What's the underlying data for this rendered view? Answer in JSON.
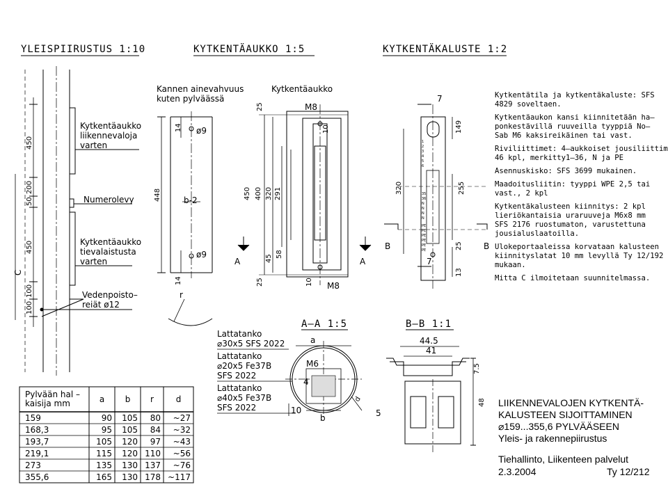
{
  "headings": {
    "overview": "YLEISPIIRUSTUS   1:10",
    "opening": "KYTKENTÄAUKKO   1:5",
    "fixture": "KYTKENTÄKALUSTE  1:2"
  },
  "pole_labels": {
    "upper_opening": [
      "Kytkentäaukko",
      "liikennevaloja",
      "varten"
    ],
    "number_plate": "Numerolevy",
    "lower_opening": [
      "Kytkentäaukko",
      "tievalaistusta",
      "varten"
    ],
    "drain_holes": [
      "Vedenpoisto–",
      "reiät ø12"
    ],
    "dim_450_top": "450",
    "dim_50": "50",
    "dim_200": "200",
    "dim_450_bottom": "450",
    "dim_100a": "100",
    "dim_100b": "100",
    "dim_c": "C"
  },
  "cover_view": {
    "title": [
      "Kannen ainevahvuus",
      "kuten pylväässä"
    ],
    "dim_448": "448",
    "dim_14a": "14",
    "dim_14b": "14",
    "hole_top": "ø9",
    "hole_bottom": "ø9",
    "dim_b2": "b-2",
    "radius": "r"
  },
  "opening_view": {
    "title": "Kytkentäaukko",
    "dim_25a": "25",
    "dim_25b": "25",
    "m8_top": "M8",
    "m8_bottom": "M8",
    "dim_10a": "10",
    "dim_10b": "10",
    "dim_450": "450",
    "dim_400": "400",
    "dim_320": "320",
    "dim_291": "291",
    "dim_45": "45",
    "dim_58": "58",
    "section_a_left": "A",
    "section_a_right": "A"
  },
  "fixture_view": {
    "dim_7a": "7",
    "dim_7b": "7",
    "dim_149": "149",
    "dim_320": "320",
    "dim_255": "255",
    "dim_13": "13",
    "dim_25": "25",
    "section_b_left": "B",
    "section_b_right": "B",
    "terminals_top": [
      "1",
      "2",
      "3",
      "4",
      "5",
      "6"
    ],
    "terminals_mid": [
      "35",
      "36",
      "N",
      "N",
      "N",
      "N"
    ],
    "terminals_low": [
      "PE",
      "PE",
      "PE",
      "PE",
      "PE",
      "PE"
    ]
  },
  "section_aa": {
    "title": "A–A  1:5",
    "dim_a": "a",
    "dim_b": "b",
    "dim_d": "d",
    "bolt": "M6",
    "dim_10": "10",
    "weld_4": "4",
    "weld_5": "5"
  },
  "flat_bars": [
    {
      "lines": [
        "Lattatanko",
        "⌀30x5  SFS  2022"
      ]
    },
    {
      "lines": [
        "Lattatanko",
        "⌀20x5  Fe37B",
        "SFS  2022"
      ]
    },
    {
      "lines": [
        "Lattatanko",
        "⌀40x5  Fe37B",
        "SFS  2022"
      ]
    }
  ],
  "section_bb": {
    "title": "B–B   1:1",
    "dim_445": "44.5",
    "dim_41": "41",
    "dim_75": "7.5",
    "dim_48": "48"
  },
  "notes": [
    [
      "Kytkentätila ja kytkentäkaluste: SFS",
      "4829  soveltaen."
    ],
    [
      "Kytkentäaukon kansi kiinnitetään ha–",
      "ponkestävillä ruuveilla tyyppiä No–",
      "Sab M6 kaksireikäinen tai vast."
    ],
    [
      "Riviliittimet: 4–aukkoiset jousiliittimet,",
      "46 kpl, merkitty1–36, N ja PE"
    ],
    [
      "Asennuskisko: SFS 3699 mukainen."
    ],
    [
      "Maadoitusliitin: tyyppi WPE 2,5 tai",
      "vast., 2 kpl"
    ],
    [
      "Kytkentäkalusteen kiinnitys: 2 kpl",
      "lieriökantaisia uraruuveja M6x8 mm",
      "SFS 2176 ruostumaton, varustettuna",
      "jousialuslaatoilla."
    ],
    [
      "Ulokeportaaleissa korvataan kalusteen",
      "kiinnityslatat 10 mm levyllä Ty 12/192",
      "mukaan."
    ],
    [
      "Mitta C ilmoitetaan suunnitelmassa."
    ]
  ],
  "table": {
    "header_name": [
      "Pylvään  hal –",
      "kaisija    mm"
    ],
    "columns": [
      "a",
      "b",
      "r",
      "d"
    ],
    "rows": [
      [
        "159",
        "90",
        "105",
        "80",
        "~27"
      ],
      [
        "168,3",
        "95",
        "105",
        "84",
        "~32"
      ],
      [
        "193,7",
        "105",
        "120",
        "97",
        "~43"
      ],
      [
        "219,1",
        "115",
        "120",
        "110",
        "~56"
      ],
      [
        "273",
        "135",
        "130",
        "137",
        "~76"
      ],
      [
        "355,6",
        "165",
        "130",
        "178",
        "~117"
      ]
    ]
  },
  "title_block": {
    "title_lines": [
      "LIIKENNEVALOJEN KYTKENTÄ-",
      "KALUSTEEN SIJOITTAMINEN",
      "⌀159...355,6 PYLVÄÄSEEN",
      "Yleis- ja rakennepiirustus"
    ],
    "org": "Tiehallinto, Liikenteen palvelut",
    "date": "2.3.2004",
    "code": "Ty 12/212"
  }
}
